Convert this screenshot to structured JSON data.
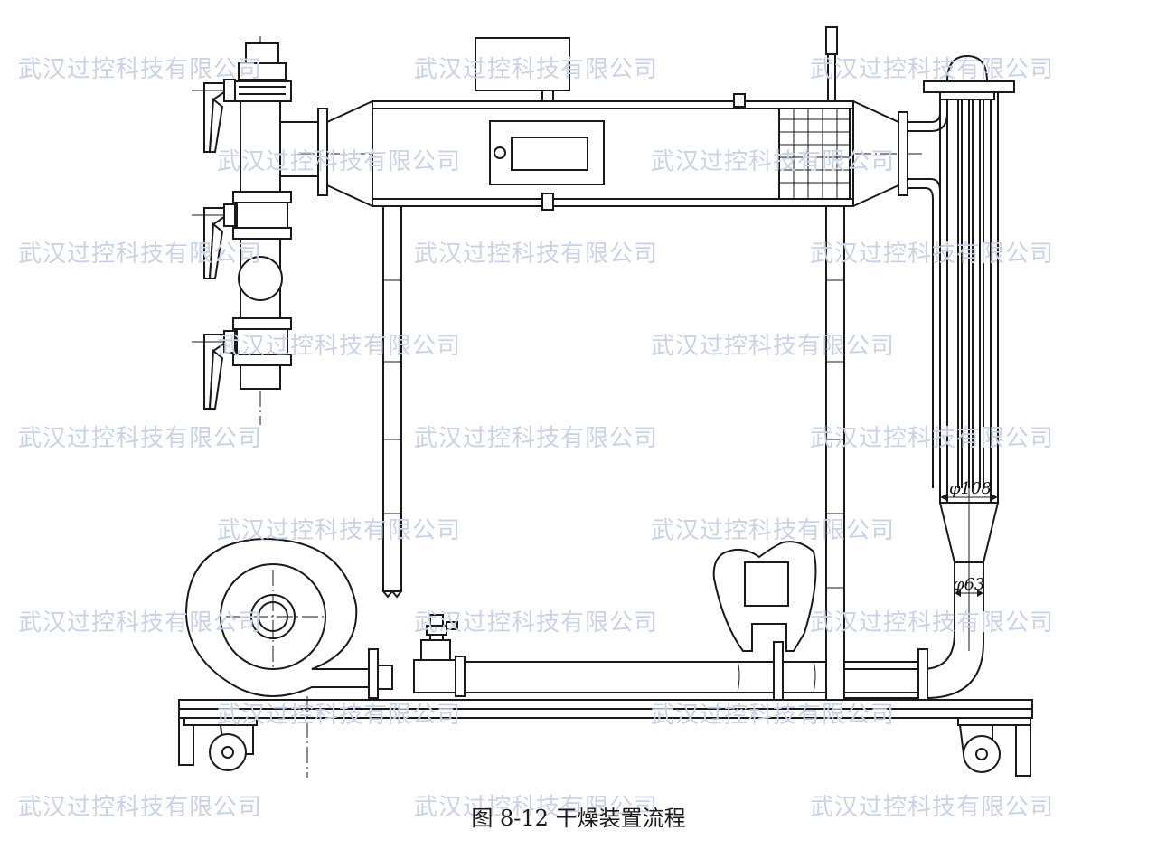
{
  "caption": "图 8-12   干燥装置流程",
  "watermark_text": "武汉过控科技有限公司",
  "dimension_labels": {
    "d108": "φ108",
    "d63": "φ63"
  },
  "colors": {
    "line": "#1a1a1a",
    "watermark": "#c9d3e8",
    "background": "#ffffff"
  }
}
